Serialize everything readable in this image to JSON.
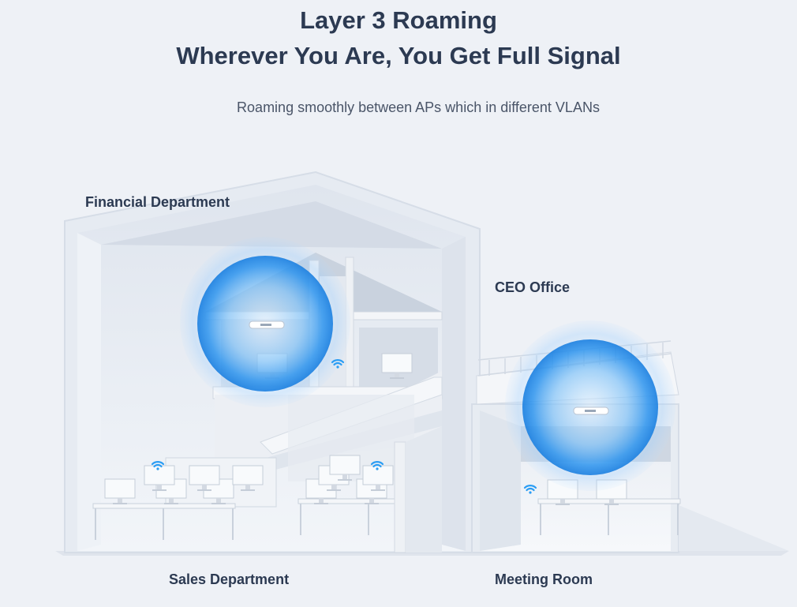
{
  "header": {
    "title_line1": "Layer 3 Roaming",
    "title_line2": "Wherever You Are, You Get Full Signal",
    "subtitle": "Roaming smoothly between APs which in different VLANs"
  },
  "zones": {
    "financial": "Financial Department",
    "ceo": "CEO Office",
    "sales": "Sales Department",
    "meeting": "Meeting Room"
  },
  "colors": {
    "heading": "#2c3a52",
    "signal": "#1e90ff",
    "wifi_icon": "#2a9df4"
  },
  "icons": [
    "access-point-icon",
    "wifi-icon"
  ]
}
